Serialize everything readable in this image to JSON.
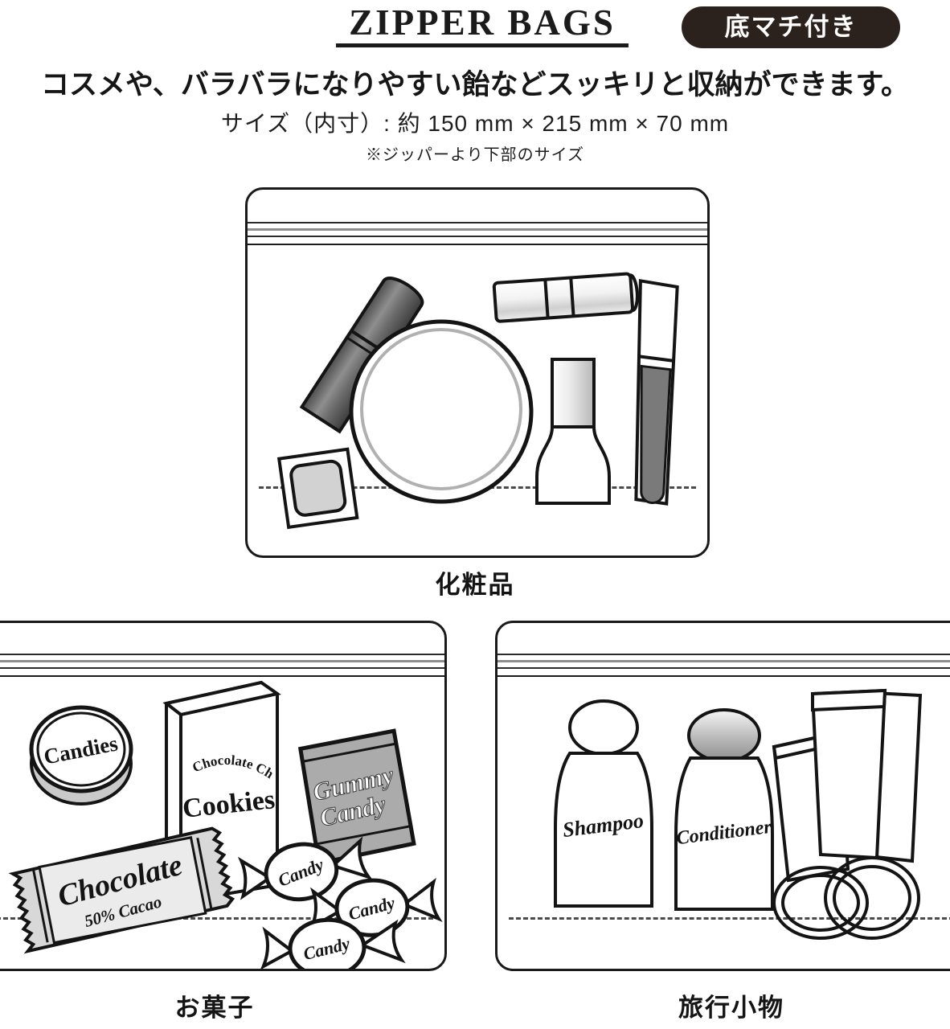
{
  "header": {
    "title": "ZIPPER BAGS",
    "badge": "底マチ付き"
  },
  "lead": {
    "line1": "コスメや、バラバラになりやすい飴などスッキリと収納ができます。",
    "line2": "サイズ（内寸）: 約 150 mm × 215 mm × 70 mm",
    "line3": "※ジッパーより下部のサイズ"
  },
  "bags": [
    {
      "id": "cosmetics",
      "caption": "化粧品",
      "contents": [
        "lipstick",
        "compact-mirror",
        "eyeshadow-palette",
        "lip-balm-tube",
        "nail-polish",
        "lip-gloss-wand"
      ]
    },
    {
      "id": "snacks",
      "caption": "お菓子",
      "contents": [
        "candies-tin",
        "cookie-box",
        "gummy-candy-bag",
        "chocolate-bar",
        "wrapped-candy",
        "wrapped-candy",
        "wrapped-candy"
      ]
    },
    {
      "id": "travel",
      "caption": "旅行小物",
      "contents": [
        "shampoo-bottle",
        "conditioner-bottle",
        "tube-1",
        "tube-2",
        "tube-3",
        "hair-tie",
        "hair-tie"
      ]
    }
  ],
  "labels": {
    "candies_tin": "Candies",
    "cookie_box_top": "Chocolate Chip",
    "cookie_box_main": "Cookies",
    "gummy_line1": "Gummy",
    "gummy_line2": "Candy",
    "chocolate_main": "Chocolate",
    "chocolate_sub": "50% Cacao",
    "candy_1": "Candy",
    "candy_2": "Candy",
    "candy_3": "Candy",
    "shampoo": "Shampoo",
    "conditioner": "Conditioner"
  },
  "colors": {
    "ink": "#1a1a1a",
    "badge_bg": "#2b211d",
    "badge_text": "#ffffff",
    "page_bg": "#ffffff",
    "grey_fill": "#b9b9b9",
    "dark_grey": "#6e6e6e",
    "light_grey": "#e3e3e3",
    "fold_line": "#4a4a4a"
  }
}
